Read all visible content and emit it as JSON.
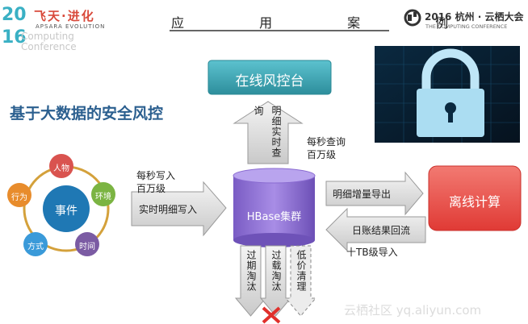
{
  "header": {
    "logo_year_left": "20",
    "logo_year_right": "16",
    "logo_brand": "飞天·进化",
    "logo_subtitle": "APSARA EVOLUTION",
    "logo_watermark_line1": "Computing",
    "logo_watermark_line2": "Conference",
    "title": "应 用 案 例",
    "conference_title": "2016 杭州 · 云栖大会",
    "conference_subtitle": "THE COMPUTING CONFERENCE"
  },
  "slide": {
    "heading": "基于大数据的安全风控",
    "online_box": "在线风控台",
    "detail_query": "明细实时查询",
    "query_rate_line1": "每秒查询",
    "query_rate_line2": "百万级",
    "write_rate_line1": "每秒写入",
    "write_rate_line2": "百万级",
    "realtime_write": "实时明细写入",
    "hbase": "HBase集群",
    "export_increment": "明细增量导出",
    "offline_compute": "离线计算",
    "daily_return": "日账结果回流",
    "tb_import": "十TB级导入",
    "expire_out": "过期淘汰",
    "overload_out": "过载淘汰",
    "low_price_clean": "低价清理",
    "event_center": "事件",
    "event_nodes": [
      "人物",
      "环境",
      "时间",
      "方式",
      "行为"
    ],
    "watermark": "云栖社区 yq.aliyun.com"
  },
  "colors": {
    "teal": "#3aa6b5",
    "red": "#e8443f",
    "purple": "#8a6bd1",
    "arrow_gray": "#d4d4d4",
    "node_red": "#d9534f",
    "node_green": "#7bb442",
    "node_purple": "#7b5ba3",
    "node_blue": "#3a9ad9",
    "node_orange": "#e88c2c",
    "event_blue": "#1f78b4"
  },
  "icons": [
    "padlock-icon",
    "conference-logo-icon",
    "cross-icon"
  ]
}
